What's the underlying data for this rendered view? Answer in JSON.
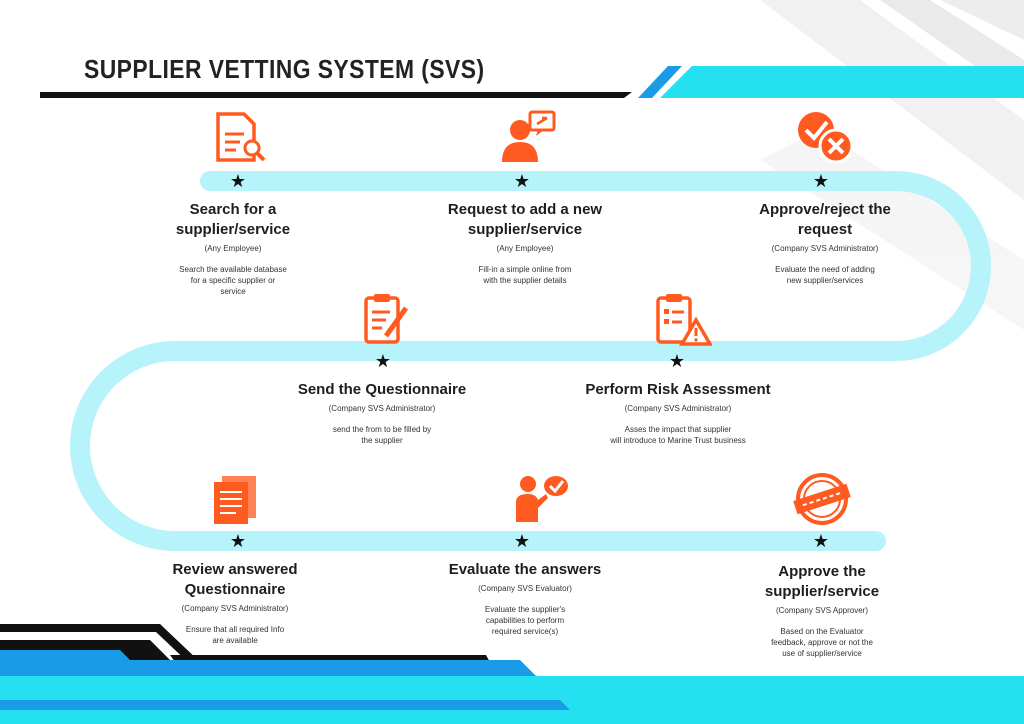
{
  "title": "SUPPLIER VETTING SYSTEM (SVS)",
  "colors": {
    "accent": "#ff5a1f",
    "path": "#b6f3fb",
    "cyan": "#25e0f0",
    "blue": "#1a9be8",
    "dark": "#111111"
  },
  "steps": [
    {
      "title": "Search for a\nsupplier/service",
      "role": "(Any Employee)",
      "desc": "Search the available database\nfor a specific supplier or\nservice",
      "icon": "document-search-icon"
    },
    {
      "title": "Request to add a new\nsupplier/service",
      "role": "(Any Employee)",
      "desc": "Fill-in a simple online from\nwith the supplier details",
      "icon": "user-request-icon"
    },
    {
      "title": "Approve/reject the\nrequest",
      "role": "(Company SVS Administrator)",
      "desc": "Evaluate the need of adding\nnew supplier/services",
      "icon": "approve-reject-icon"
    },
    {
      "title": "Send the Questionnaire",
      "role": "(Company SVS Administrator)",
      "desc": "send the from to be filled by\nthe supplier",
      "icon": "clipboard-pen-icon"
    },
    {
      "title": "Perform Risk Assessment",
      "role": "(Company SVS Administrator)",
      "desc": "Asses the impact that supplier\nwill introduce to Marine Trust business",
      "icon": "clipboard-warning-icon"
    },
    {
      "title": "Review answered\nQuestionnaire",
      "role": "(Company SVS Administrator)",
      "desc": "Ensure that all required Info\nare available",
      "icon": "documents-icon"
    },
    {
      "title": "Evaluate the answers",
      "role": "(Company SVS Evaluator)",
      "desc": "Evaluate the supplier's\ncapabilities to perform\nrequired service(s)",
      "icon": "person-check-icon"
    },
    {
      "title": "Approve the\nsupplier/service",
      "role": "(Company SVS Approver)",
      "desc": "Based on the Evaluator\nfeedback, approve or not the\nuse of supplier/service",
      "icon": "approved-stamp-icon"
    }
  ]
}
